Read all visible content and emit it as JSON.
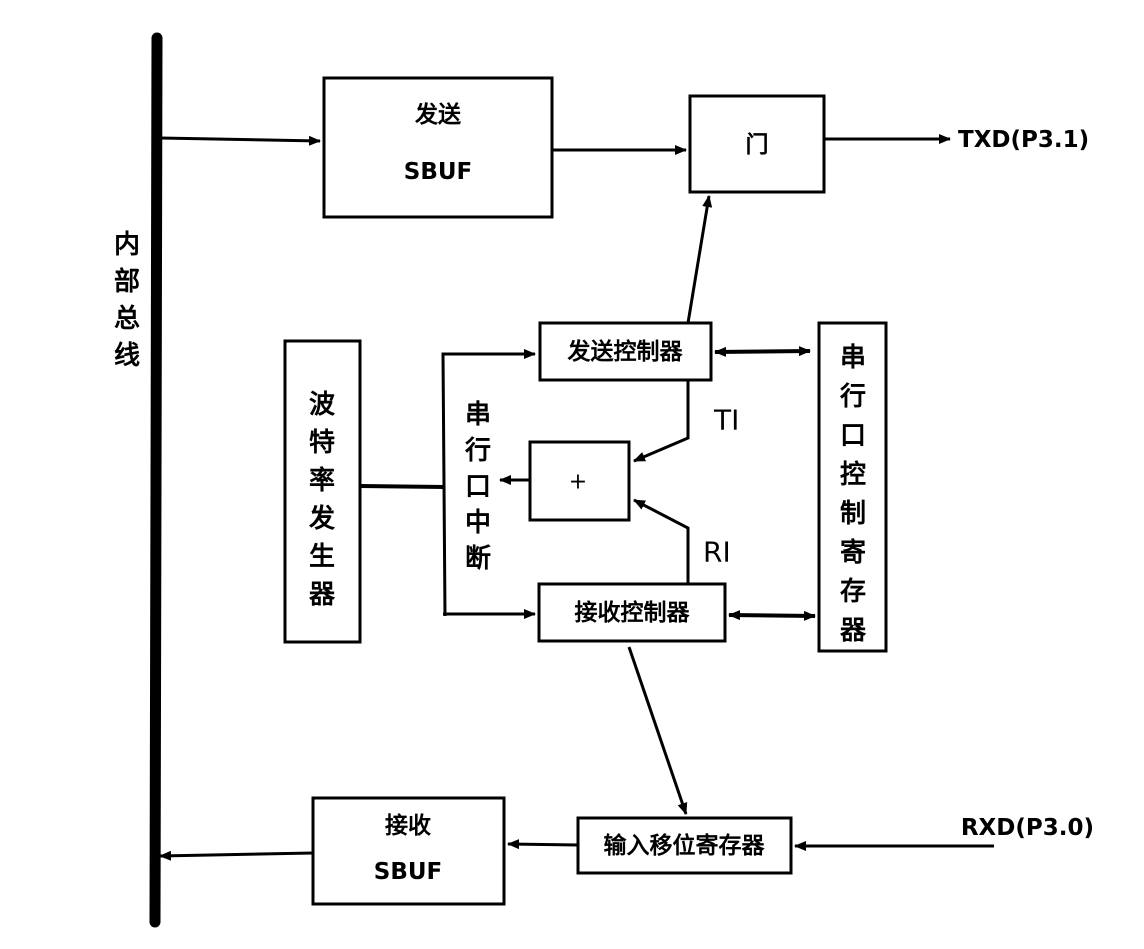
{
  "bus_label": "内部总线",
  "blocks": {
    "tx_sbuf": {
      "line1": "发送",
      "line2": "SBUF"
    },
    "gate": {
      "label": "门"
    },
    "tx_ctrl": {
      "label": "发送控制器"
    },
    "scon": {
      "label": "串行口控制寄存器"
    },
    "baud": {
      "label": "波特率发生器"
    },
    "or_gate": {
      "label": "+"
    },
    "rx_ctrl": {
      "label": "接收控制器"
    },
    "rx_sbuf": {
      "line1": "接收",
      "line2": "SBUF"
    },
    "shift_reg": {
      "label": "输入移位寄存器"
    }
  },
  "signals": {
    "txd": "TXD(P3.1)",
    "rxd": "RXD(P3.0)",
    "ti": "TI",
    "ri": "RI",
    "interrupt": "串行口中断"
  }
}
